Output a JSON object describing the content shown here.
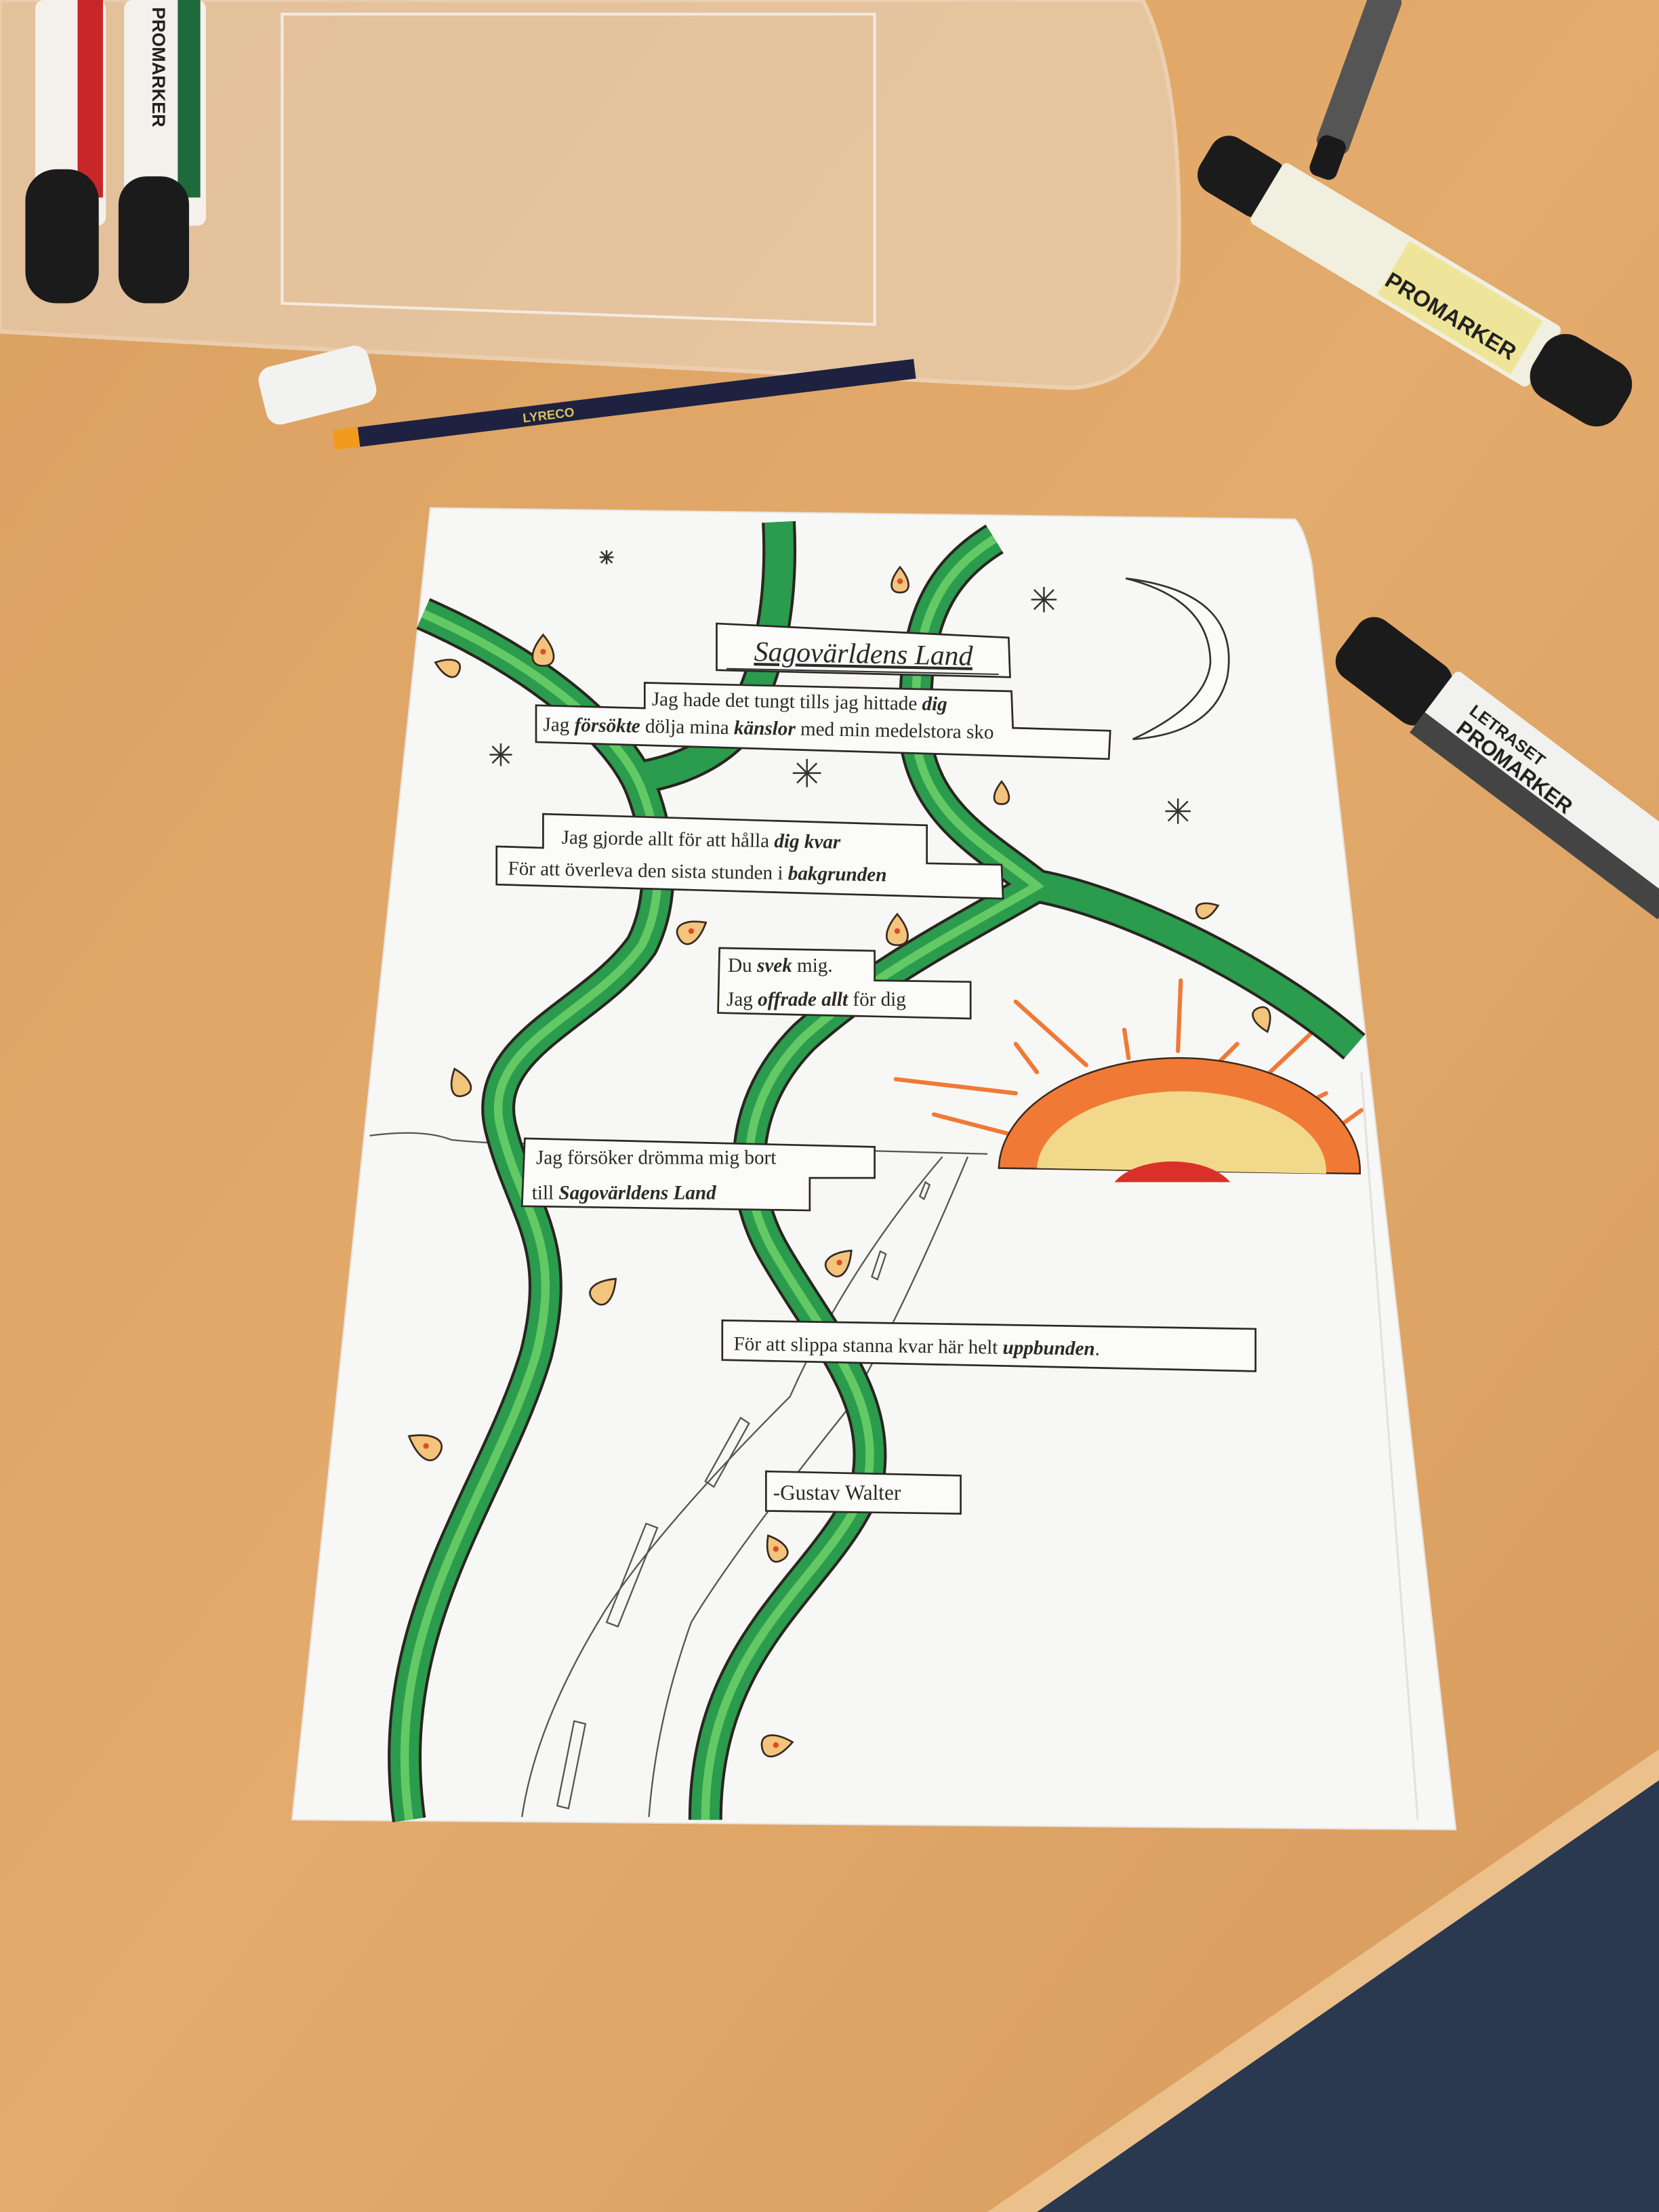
{
  "poem": {
    "title": "Sagovärldens Land",
    "stanza1": {
      "line1": [
        "Jag hade det tungt tills jag hittade ",
        "dig"
      ],
      "line2": [
        "Jag ",
        "försökte",
        " dölja mina ",
        "känslor",
        " med min medelstora sko"
      ]
    },
    "stanza2": {
      "line1": [
        "Jag gjorde allt för att hålla ",
        "dig kvar"
      ],
      "line2": [
        "För att överleva den sista stunden i ",
        "bakgrunden"
      ]
    },
    "stanza3": {
      "line1": [
        "Du ",
        "svek",
        " mig."
      ],
      "line2": [
        "Jag ",
        "offrade allt",
        " för dig"
      ]
    },
    "stanza4": {
      "line1": "Jag försöker drömma mig bort",
      "line2": [
        "till ",
        "Sagovärldens Land"
      ]
    },
    "stanza5": {
      "line1": [
        "För att slippa stanna kvar här helt ",
        "uppbunden",
        "."
      ]
    },
    "author": "-Gustav Walter"
  },
  "objects": {
    "marker_brand": "PROMARKER",
    "marker_maker": "LETRASET",
    "pencil_brand": "LYRECO"
  },
  "colors": {
    "table": "#dfa465",
    "paper": "#fbfbfa",
    "vine": "#2fa04e",
    "sun_outer": "#f07a35",
    "sun_mid": "#f2d88a",
    "sun_inner": "#d9302a"
  }
}
